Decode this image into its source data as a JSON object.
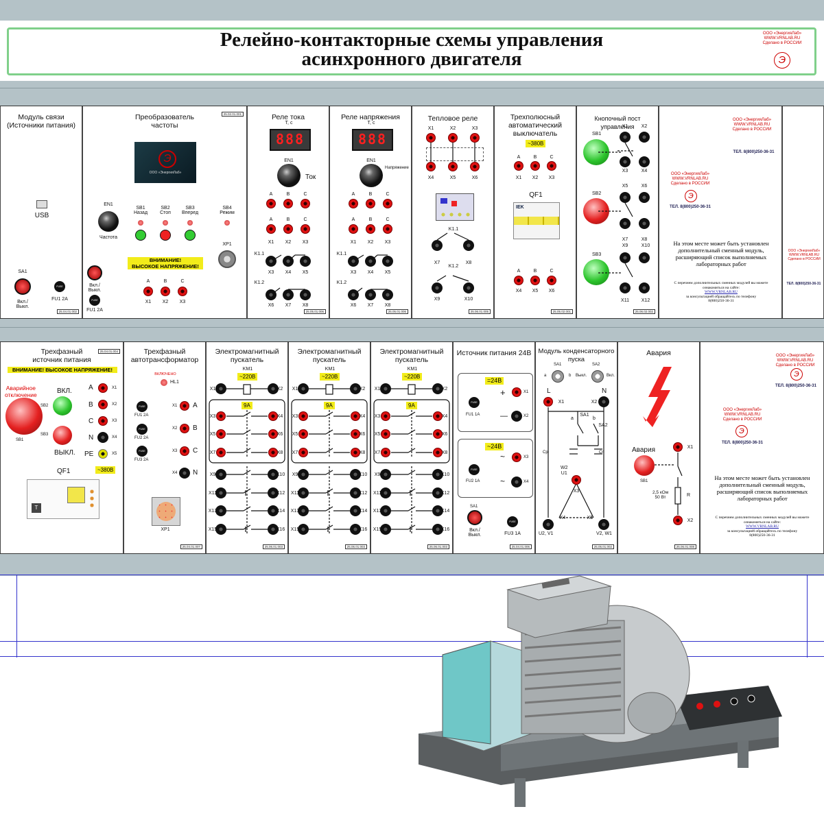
{
  "title": {
    "line1": "Релейно-контакторные схемы управления",
    "line2": "асинхронного двигателя",
    "company": "ООО «ЭнергияЛаб»",
    "site": "WWW.VRNLAB.RU",
    "made": "Сделано в РОССИИ"
  },
  "top_panels": {
    "svyaz": {
      "title": "Модуль связи\n(Источники питания)",
      "usb": "USB",
      "sa1": "SA1",
      "onoff": "Вкл./\nВыкл.",
      "fu1": "FU1 2A",
      "code": "25.04.01.002"
    },
    "preob": {
      "title": "Преобразователь\nчастоты",
      "en1": "EN1",
      "freq": "Частота",
      "sb1": "SB1\nНазад",
      "sb2": "SB2\nСтоп",
      "sb3": "SB3\nВперед",
      "sb4": "SB4\nРежим",
      "xp1": "XP1",
      "warn": "ВНИМАНИЕ!\nВЫСОКОЕ НАПРЯЖЕНИЕ!",
      "onoff": "Вкл./\nВыкл.",
      "fu1": "FU1 2A",
      "a": "A",
      "b": "B",
      "c": "C",
      "x1": "X1",
      "x2": "X2",
      "x3": "X3",
      "code": "25.02.01.001",
      "logo_text": "ООО «ЭнергияЛаб»"
    },
    "rele_toka": {
      "title": "Реле тока",
      "sub": "T, c",
      "disp": "888",
      "en1": "EN1",
      "knob_lbl": "Ток",
      "code": "25.05.01.006"
    },
    "rele_napr": {
      "title": "Реле напряжения",
      "sub": "T, c",
      "disp": "888",
      "en1": "EN1",
      "knob_lbl": "Напряжение",
      "code": "25.05.01.006"
    },
    "teplo": {
      "title": "Тепловое реле",
      "k11": "K1.1",
      "k12": "K1.2",
      "code": "25.06.01.005"
    },
    "avtomat": {
      "title": "Трехполюсный\nавтоматический\nвыключатель",
      "volt": "~380B",
      "qf1": "QF1",
      "iek": "IEK",
      "code": "25.05.02.001"
    },
    "knopka": {
      "title": "Кнопочный пост управления",
      "sb1": "SB1",
      "sb2": "SB2",
      "sb3": "SB3",
      "code": "25.06.02.002"
    },
    "placeholder": {
      "text": "На этом месте может быть установлен дополнительный сменный модуль, расширяющий список выполняемых лабораторных работ",
      "small1": "С перечнем дополнительных сменных модулей вы можете ознакомиться на сайте:",
      "link": "WWW.VRNLAB.RU",
      "small2": "за консультацией обращайтесь по телефону",
      "phone": "8(800)250-36-31",
      "tel": "ТЕЛ. 8(800)250-36-31"
    }
  },
  "bottom_panels": {
    "istochnik": {
      "title": "Трехфазный\nисточник питания",
      "warn": "ВНИМАНИЕ!    ВЫСОКОЕ НАПРЯЖЕНИЕ!",
      "avar": "Аварийное\nотключение",
      "sb1": "SB1",
      "sb2": "SB2",
      "sb3": "SB3",
      "on": "ВКЛ.",
      "off": "ВЫКЛ.",
      "qf1": "QF1",
      "volt": "~380B",
      "phases": [
        "A",
        "B",
        "C",
        "N",
        "PE"
      ],
      "code": "25.04.01.004"
    },
    "avtotrans": {
      "title": "Трехфазный\nавтотрансформатор",
      "vkl": "ВКЛЮЧЕНО",
      "hl1": "HL1",
      "fu1": "FU1 2A",
      "fu2": "FU2 2A",
      "fu3": "FU3 2A",
      "xp1": "XP1",
      "phases": [
        "A",
        "B",
        "C",
        "N"
      ],
      "code": "25.04.01.007"
    },
    "puskatel": {
      "title": "Электромагнитный\nпускатель",
      "km1": "KM1",
      "v220": "~220B",
      "a9": "9A",
      "code": "25.06.01.003"
    },
    "pitanie24": {
      "title": "Источник питания 24В",
      "dc": "=24B",
      "ac": "~24B",
      "plus": "+",
      "minus": "—",
      "tilde": "~",
      "fu1": "FU1 1A",
      "fu2": "FU2 1A",
      "fu3": "FU3 1A",
      "sa1": "SA1",
      "onoff": "Вкл./\nВыкл.",
      "code": "25.04.01.006"
    },
    "konden": {
      "title": "Модуль конденсаторного\nпуска",
      "sa1": "SA1",
      "sa2": "SA2",
      "vykl": "Выкл.",
      "vkl": "Вкл.",
      "a": "a",
      "b": "b",
      "L": "L",
      "N": "N",
      "cp": "Cp",
      "cn": "Cn",
      "w2u1": "W2\nU1",
      "u2v1": "U2, V1",
      "v2w1": "V2, W1",
      "code": "25.05.01.002"
    },
    "avaria": {
      "title": "Авария",
      "lbl": "Авария",
      "sb1": "SB1",
      "r": "R",
      "rval": "2,5 кОм\n50 Вт",
      "code": "25.06.01.008"
    }
  }
}
